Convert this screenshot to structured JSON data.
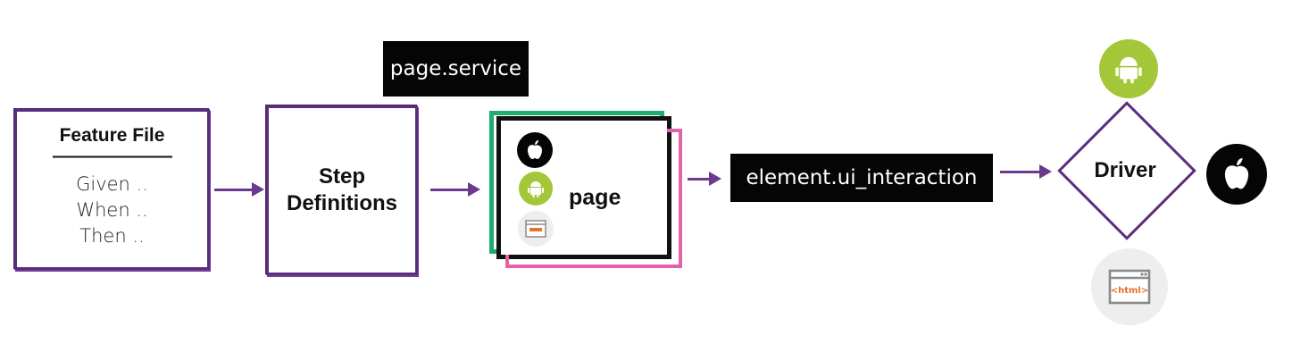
{
  "feature_file": {
    "title": "Feature File",
    "rule": "———————",
    "lines": [
      "Given ..",
      "When ..",
      "Then .."
    ]
  },
  "step_definitions": {
    "line1": "Step",
    "line2": "Definitions"
  },
  "page_service": {
    "label": "page.service"
  },
  "page": {
    "label": "page",
    "icons": [
      "apple-icon",
      "android-icon",
      "html-icon"
    ]
  },
  "ui_interaction": {
    "label": "element.ui_interaction"
  },
  "driver": {
    "label": "Driver",
    "icons": [
      "android-icon",
      "apple-icon",
      "html-icon"
    ]
  },
  "colors": {
    "purple": "#5b2d7e",
    "green": "#1fae70",
    "pink": "#e463a8",
    "android_green": "#a4c639",
    "html_orange": "#e8712c"
  }
}
